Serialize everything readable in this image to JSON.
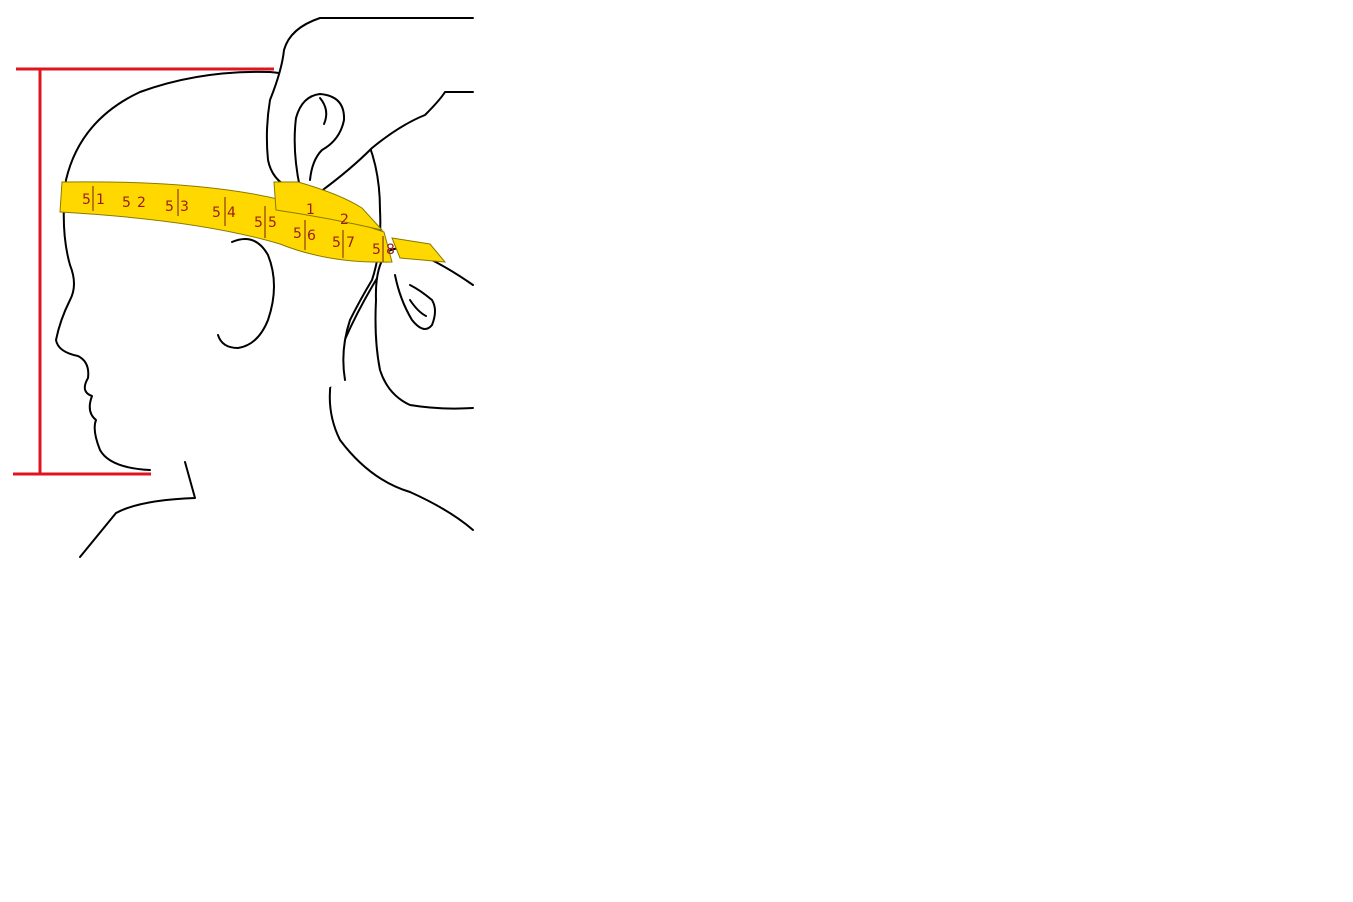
{
  "colors": {
    "measure_line": "#e0141e",
    "tape_fill": "#ffd800",
    "tape_text": "#9b1b1b",
    "outline": "#000000",
    "background": "#ffffff"
  },
  "tape": {
    "labels": [
      "5",
      "1",
      "5",
      "2",
      "5",
      "3",
      "5",
      "4",
      "5",
      "5",
      "5",
      "6",
      "5",
      "7",
      "5",
      "8"
    ],
    "upper_labels": [
      "1",
      "2"
    ]
  }
}
